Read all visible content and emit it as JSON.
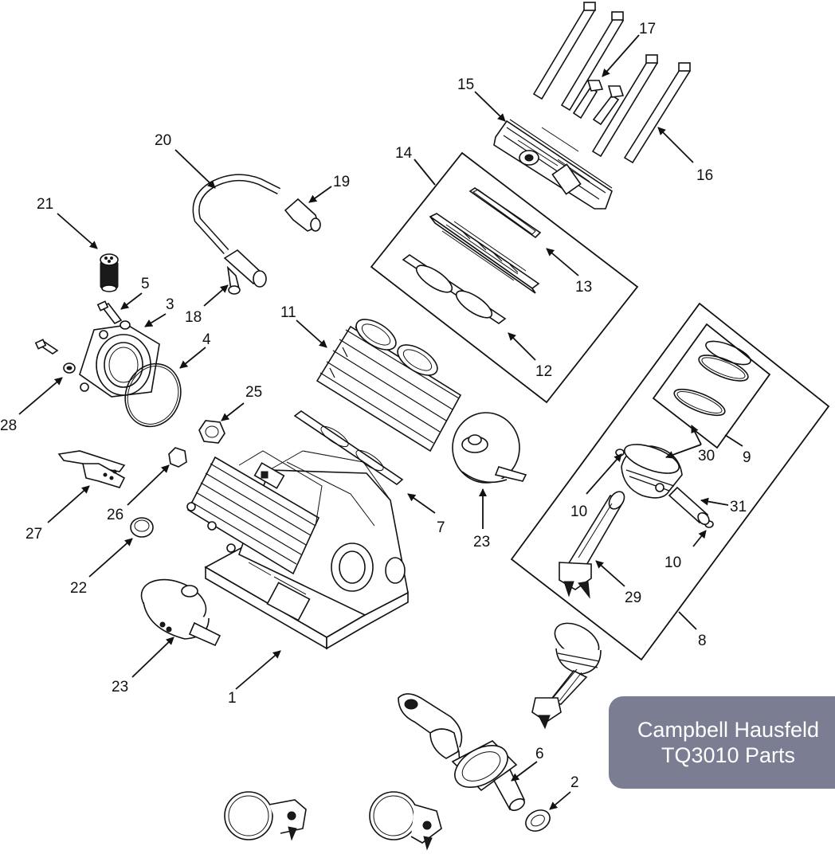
{
  "badge": {
    "brand": "Campbell Hausfeld",
    "model": "TQ3010 Parts",
    "background_color": "#7b7d92",
    "text_color": "#ffffff"
  },
  "callouts": [
    {
      "id": "c1",
      "label": "1"
    },
    {
      "id": "c2",
      "label": "2"
    },
    {
      "id": "c3",
      "label": "3"
    },
    {
      "id": "c4",
      "label": "4"
    },
    {
      "id": "c5",
      "label": "5"
    },
    {
      "id": "c6",
      "label": "6"
    },
    {
      "id": "c7",
      "label": "7"
    },
    {
      "id": "c8",
      "label": "8"
    },
    {
      "id": "c9",
      "label": "9"
    },
    {
      "id": "c10a",
      "label": "10"
    },
    {
      "id": "c10b",
      "label": "10"
    },
    {
      "id": "c11",
      "label": "11"
    },
    {
      "id": "c12",
      "label": "12"
    },
    {
      "id": "c13",
      "label": "13"
    },
    {
      "id": "c14",
      "label": "14"
    },
    {
      "id": "c15",
      "label": "15"
    },
    {
      "id": "c16",
      "label": "16"
    },
    {
      "id": "c17",
      "label": "17"
    },
    {
      "id": "c18",
      "label": "18"
    },
    {
      "id": "c19",
      "label": "19"
    },
    {
      "id": "c20",
      "label": "20"
    },
    {
      "id": "c21",
      "label": "21"
    },
    {
      "id": "c22",
      "label": "22"
    },
    {
      "id": "c23a",
      "label": "23"
    },
    {
      "id": "c23b",
      "label": "23"
    },
    {
      "id": "c25",
      "label": "25"
    },
    {
      "id": "c26",
      "label": "26"
    },
    {
      "id": "c27",
      "label": "27"
    },
    {
      "id": "c28",
      "label": "28"
    },
    {
      "id": "c29",
      "label": "29"
    },
    {
      "id": "c30",
      "label": "30"
    },
    {
      "id": "c31",
      "label": "31"
    }
  ]
}
